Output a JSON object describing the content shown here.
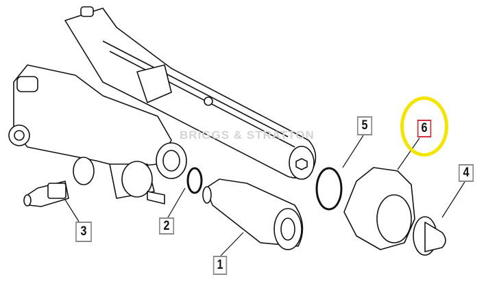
{
  "watermark": "BRIGGS & STRATTON",
  "callouts": [
    {
      "label": "1"
    },
    {
      "label": "2"
    },
    {
      "label": "3"
    },
    {
      "label": "4"
    },
    {
      "label": "5"
    },
    {
      "label": "6",
      "highlighted": true
    }
  ],
  "colors": {
    "highlight_ring": "#f4e500",
    "highlight_box": "#d8303a",
    "callout_border": "#8a8a8a"
  }
}
